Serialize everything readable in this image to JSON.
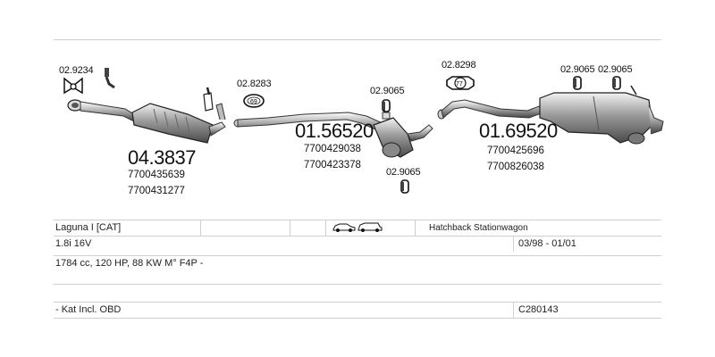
{
  "parts": {
    "p1": {
      "number": "04.3837",
      "oem": [
        "7700435639",
        "7700431277"
      ]
    },
    "p2": {
      "number": "01.56520",
      "oem": [
        "7700429038",
        "7700423378"
      ]
    },
    "p3": {
      "number": "01.69520",
      "oem": [
        "7700425696",
        "7700826038"
      ]
    }
  },
  "accessories": {
    "gasket_front": "02.9234",
    "ring": "02.8283",
    "ring_number": "69",
    "hanger_mid_top": "02.9065",
    "hanger_mid_bottom": "02.9065",
    "clamp": "02.8298",
    "clamp_number": "77",
    "hanger_rear_1": "02.9065",
    "hanger_rear_2": "02.9065"
  },
  "table": {
    "model": "Laguna I  [CAT]",
    "body_types": "Hatchback Stationwagon",
    "engine": "1.8i 16V",
    "years": "03/98 - 01/01",
    "specs": "1784 cc, 120 HP, 88 KW M° F4P -",
    "note": "- Kat Incl. OBD",
    "code": "C280143"
  },
  "icons": [
    "car-hatchback-icon",
    "car-stationwagon-icon",
    "gasket-icon",
    "hanger-icon",
    "ring-icon",
    "clamp-icon"
  ]
}
